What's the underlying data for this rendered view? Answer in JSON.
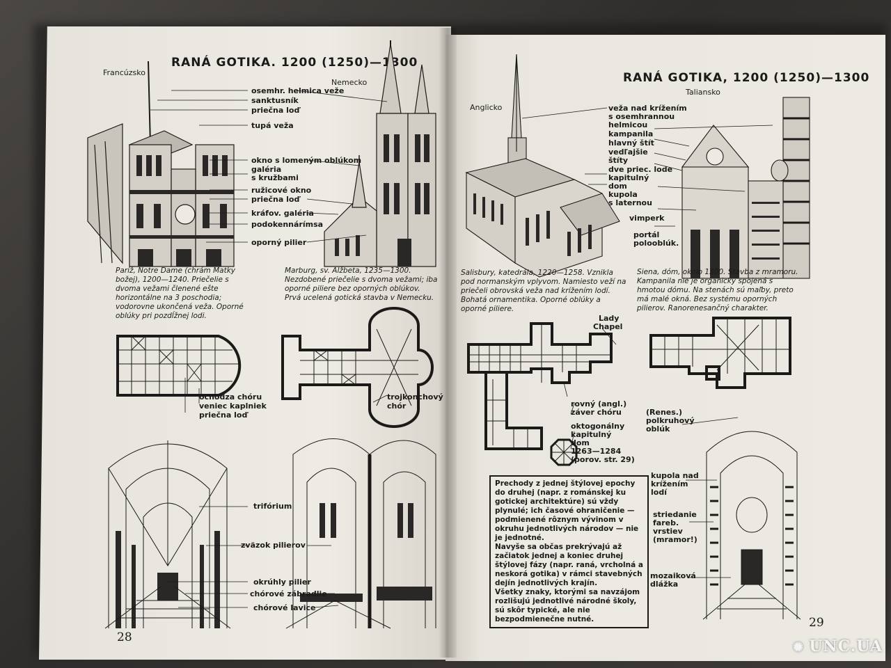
{
  "left_page": {
    "title": "RANÁ GOTIKA. 1200 (1250)—1300",
    "countries": [
      "Francúzsko",
      "Nemecko"
    ],
    "labels": [
      "osemhr. helmica veže",
      "sanktusník",
      "priečna loď",
      "tupá veža",
      "okno s lomeným oblúkom",
      "galéria",
      "s kružbami",
      "ružicové okno",
      "priečna loď",
      "kráfov. galéria",
      "podokennárímsa",
      "oporný pilier"
    ],
    "caption_left": "Paríž, Notre Dame (chrám Matky božej), 1200—1240. Priečelie s dvoma vežami členené ešte horizontálne na 3 poschodia; vodorovne ukončená veža. Oporné oblúky pri pozdĺžnej lodi.",
    "caption_right": "Marburg, sv. Alžbeta, 1235—1300. Nezdobené priečelie s dvoma vežami; iba oporné piliere bez oporných oblúkov. Prvá ucelená gotická stavba v Nemecku.",
    "plan_labels": [
      "ochodza chóru",
      "veniec kaplniek",
      "priečna loď",
      "trojkonchový",
      "chór"
    ],
    "interior_labels": [
      "trifórium",
      "zväzok pilierov",
      "okrúhly pilier",
      "chórové zábradlie",
      "chórové lavice"
    ],
    "page_number": "28"
  },
  "right_page": {
    "title": "RANÁ GOTIKA, 1200 (1250)—1300",
    "countries": [
      "Anglicko",
      "Taliansko"
    ],
    "labels": [
      "veža nad krížením",
      "s osemhrannou",
      "helmicou",
      "kampanila",
      "hlavný štít",
      "vedľajšie",
      "štíty",
      "dve priec. lode",
      "kapitulný",
      "dom",
      "kupola",
      "s laternou",
      "vimperk",
      "portál",
      "polooblúk."
    ],
    "caption_left": "Salisbury, katedrála, 1220—1258. Vznikla pod normanským vplyvom. Namiesto veží na priečeli obrovská veža nad krížením lodí. Bohatá ornamentika. Oporné oblúky a oporné piliere.",
    "caption_right": "Siena, dóm, okolo 1300. Stavba z mramoru. Kampanila nie je organicky spojená s hmotou dómu. Na stenách sú maľby, preto má malé okná. Bez systému oporných pilierov. Ranorenesančný charakter.",
    "plan_labels": [
      "Lady",
      "Chapel",
      "rovný (angl.)",
      "záver chóru",
      "oktogonálny",
      "kapitulný",
      "dom",
      "1263—1284",
      "(porov. str. 29)"
    ],
    "box_text": [
      "Prechody z jednej štýlovej epochy do druhej (napr. z románskej ku gotickej architektúre) sú vždy plynulé; ich časové ohraničenie — podmienené rôznym vývinom v okruhu jednotlivých národov — nie je jednotné.",
      "Navyše sa občas prekrývajú až začiatok jednej a koniec druhej štýlovej fázy (napr. raná, vrcholná a neskorá gotika) v rámci stavebných dejín jednotlivých krajín.",
      "Všetky znaky, ktorými sa navzájom rozlišujú jednotlivé národné školy, sú skôr typické, ale nie bezpodmienečne nutné."
    ],
    "interior_labels": [
      "(Renes.)",
      "polkruhový",
      "oblúk",
      "kupola nad",
      "krížením",
      "lodí",
      "striedanie",
      "fareb.",
      "vrstiev",
      "(mramor!)",
      "mozaiková",
      "dlážka"
    ],
    "page_number": "29"
  },
  "watermark": "UNC.UA"
}
